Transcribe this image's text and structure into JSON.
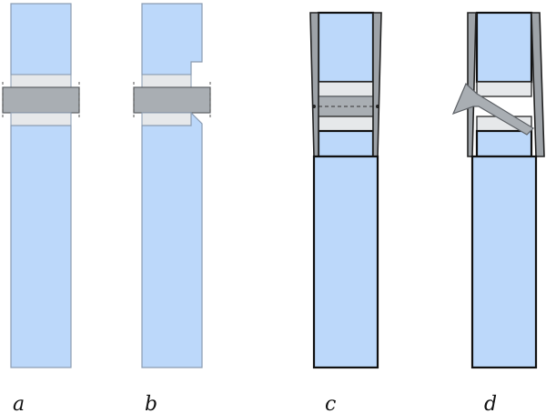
{
  "figure": {
    "panels": [
      {
        "id": "a",
        "label": "a"
      },
      {
        "id": "b",
        "label": "b"
      },
      {
        "id": "c",
        "label": "c"
      },
      {
        "id": "d",
        "label": "d"
      }
    ]
  },
  "colors": {
    "block_fill": "#bcd8fa",
    "block_stroke_light": "#8a9bb0",
    "block_stroke_dark": "#111111",
    "pin_fill": "#a9aeb3",
    "pin_stroke": "#5d6166",
    "spacer_fill": "#e6e8ea",
    "sleeve_fill": "#9ea3a8"
  }
}
